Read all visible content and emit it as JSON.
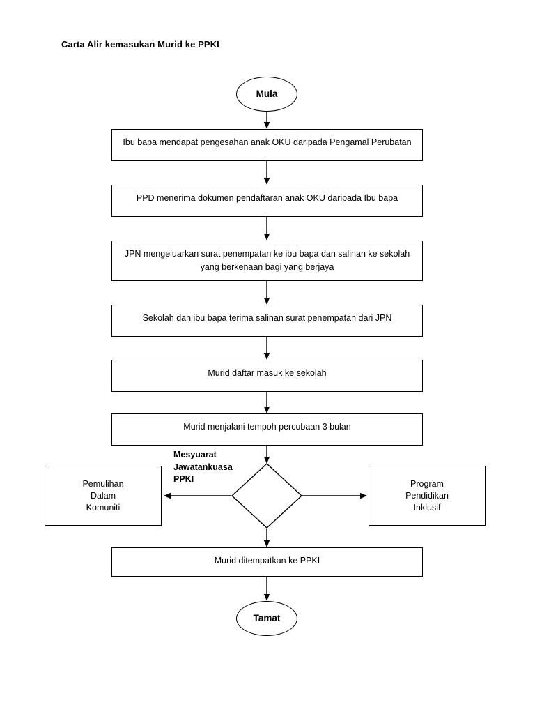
{
  "page": {
    "title": "Carta Alir kemasukan Murid ke PPKI",
    "background_color": "#ffffff",
    "stroke_color": "#000000",
    "text_color": "#000000"
  },
  "flowchart": {
    "start": {
      "label": "Mula",
      "shape": "oval"
    },
    "steps": [
      {
        "id": "step-1",
        "label": "Ibu bapa mendapat pengesahan anak OKU daripada Pengamal Perubatan",
        "shape": "rectangle"
      },
      {
        "id": "step-2",
        "label": "PPD menerima dokumen pendaftaran anak OKU daripada Ibu bapa",
        "shape": "rectangle"
      },
      {
        "id": "step-3",
        "label": "JPN mengeluarkan surat penempatan ke ibu bapa dan salinan ke sekolah\nyang berkenaan bagi yang berjaya",
        "shape": "rectangle"
      },
      {
        "id": "step-4",
        "label": "Sekolah dan ibu bapa terima salinan surat penempatan dari JPN",
        "shape": "rectangle"
      },
      {
        "id": "step-5",
        "label": "Murid daftar masuk ke sekolah",
        "shape": "rectangle"
      },
      {
        "id": "step-6",
        "label": "Murid menjalani tempoh percubaan 3 bulan",
        "shape": "rectangle"
      }
    ],
    "decision": {
      "label": "Mesyuarat\nJawatankuasa\nPPKI",
      "shape": "diamond",
      "inner_text": ""
    },
    "branch_left": {
      "label": "Pemulihan\nDalam\nKomuniti",
      "shape": "rectangle"
    },
    "branch_right": {
      "label": "Program\nPendidikan\nInklusif",
      "shape": "rectangle"
    },
    "outcome": {
      "label": "Murid ditempatkan ke PPKI",
      "shape": "rectangle"
    },
    "end": {
      "label": "Tamat",
      "shape": "oval"
    }
  }
}
